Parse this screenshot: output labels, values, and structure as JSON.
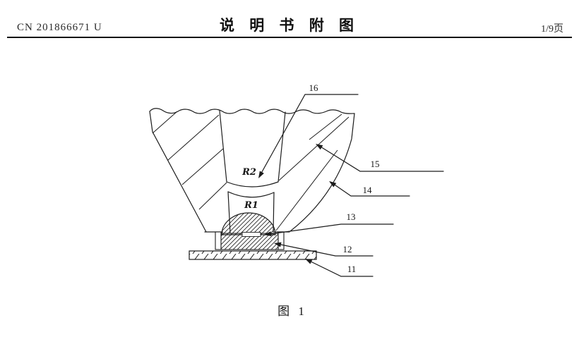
{
  "page": {
    "background": "#ffffff",
    "line_color": "#1c1c1c"
  },
  "header": {
    "patent_number": "CN 201866671 U",
    "title": "说 明 书 附 图",
    "page_indicator": "1/9页"
  },
  "figure": {
    "caption": "图 1",
    "labels": {
      "n16": "16",
      "n15": "15",
      "n14": "14",
      "n13": "13",
      "n12": "12",
      "n11": "11",
      "r2": "R2",
      "r1": "R1"
    }
  }
}
